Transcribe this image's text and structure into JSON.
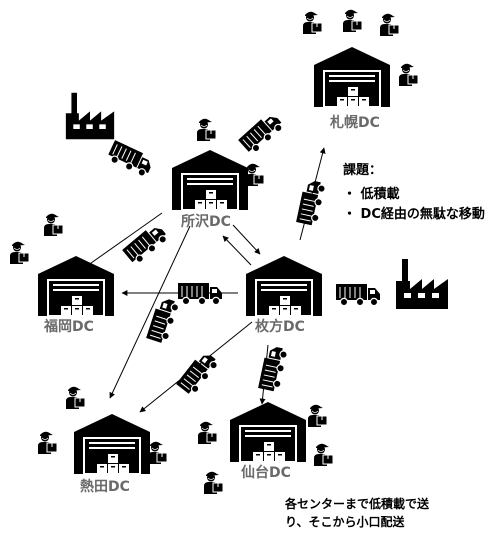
{
  "dcs": {
    "sapporo": {
      "label": "札幌DC"
    },
    "tokorozawa": {
      "label": "所沢DC"
    },
    "fukuoka": {
      "label": "福岡DC"
    },
    "hirakata": {
      "label": "枚方DC"
    },
    "atsuta": {
      "label": "熱田DC"
    },
    "sendai": {
      "label": "仙台DC"
    }
  },
  "issues": {
    "title": "課題：",
    "items": [
      "・ 低積載",
      "・ DC経由の無駄な移動"
    ]
  },
  "footnote": {
    "line1": "各センターまで低積載で送",
    "line2": "り、そこから小口配送"
  },
  "icons": {
    "warehouse": "warehouse-icon",
    "factory": "factory-icon",
    "truck": "truck-icon",
    "worker": "delivery-worker-icon"
  },
  "colors": {
    "icon": "#000000",
    "label": "#6a6a6a",
    "arrow": "#000000"
  }
}
